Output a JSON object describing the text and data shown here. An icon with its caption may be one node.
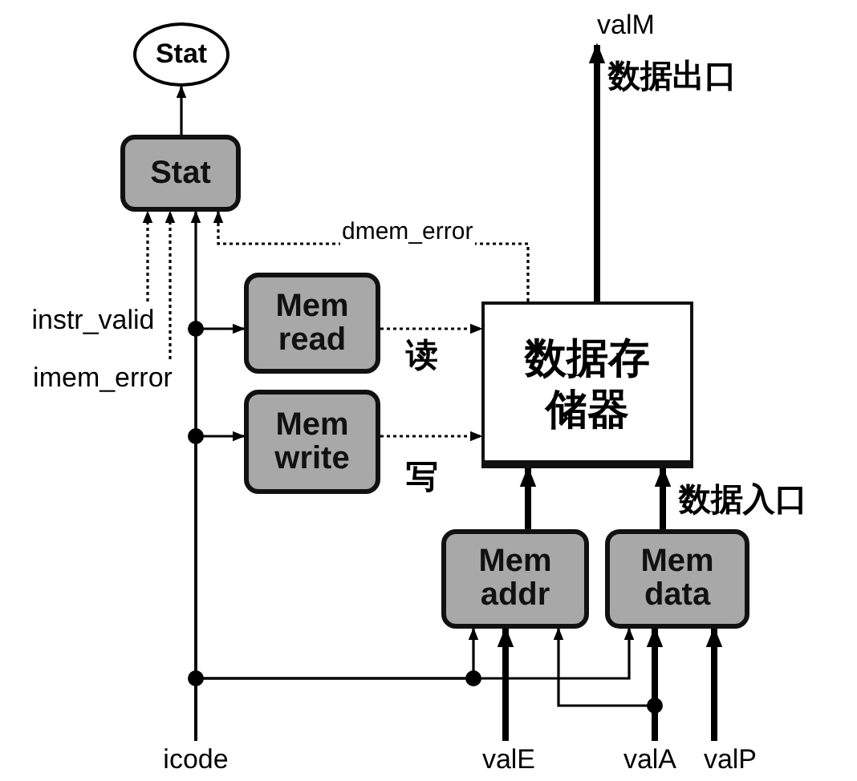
{
  "diagram": {
    "nodes": [
      {
        "text": [
          "Stat"
        ]
      },
      {
        "text": [
          "Stat"
        ]
      },
      {
        "text": [
          "valM"
        ]
      },
      {
        "text": [
          "Mem read"
        ]
      },
      {
        "text": [
          "Mem write"
        ]
      },
      {
        "text": [
          "数据存储器"
        ]
      },
      {
        "text": [
          "instr_valid"
        ]
      },
      {
        "text": [
          "imem_error"
        ]
      },
      {
        "text": [
          "Mem addr"
        ]
      },
      {
        "text": [
          "Mem data"
        ]
      },
      {
        "text": [
          "icode"
        ]
      },
      {
        "text": [
          "valE"
        ]
      },
      {
        "text": [
          "valA"
        ]
      },
      {
        "text": [
          "valP"
        ]
      }
    ],
    "edges": [
      {
        "from": 1,
        "to": 0,
        "arrow": "to"
      },
      {
        "from": 6,
        "to": 1,
        "arrow": "to",
        "style": "dashed"
      },
      {
        "from": 7,
        "to": 1,
        "arrow": "to",
        "style": "dashed"
      },
      {
        "from": 10,
        "to": 1,
        "arrow": "to"
      },
      {
        "from": 10,
        "to": 3,
        "arrow": "to"
      },
      {
        "from": 10,
        "to": 4,
        "arrow": "to"
      },
      {
        "from": 10,
        "to": 8,
        "arrow": "to"
      },
      {
        "from": 10,
        "to": 9,
        "arrow": "to"
      },
      {
        "from": 5,
        "to": 1,
        "arrow": "to",
        "style": "dashed",
        "label": "dmem_error"
      },
      {
        "from": 3,
        "to": 5,
        "arrow": "to",
        "style": "dashed",
        "label": "读"
      },
      {
        "from": 4,
        "to": 5,
        "arrow": "to",
        "style": "dashed",
        "label": "写"
      },
      {
        "from": 5,
        "to": 2,
        "arrow": "to",
        "style": "thick",
        "label": "数据出口"
      },
      {
        "from": 8,
        "to": 5,
        "arrow": "to",
        "style": "thick"
      },
      {
        "from": 9,
        "to": 5,
        "arrow": "to",
        "style": "thick",
        "label": "数据入口"
      },
      {
        "from": 11,
        "to": 8,
        "arrow": "to",
        "style": "thick"
      },
      {
        "from": 12,
        "to": 8,
        "arrow": "to"
      },
      {
        "from": 12,
        "to": 9,
        "arrow": "to",
        "style": "thick"
      },
      {
        "from": 13,
        "to": 9,
        "arrow": "to",
        "style": "thick"
      }
    ]
  }
}
